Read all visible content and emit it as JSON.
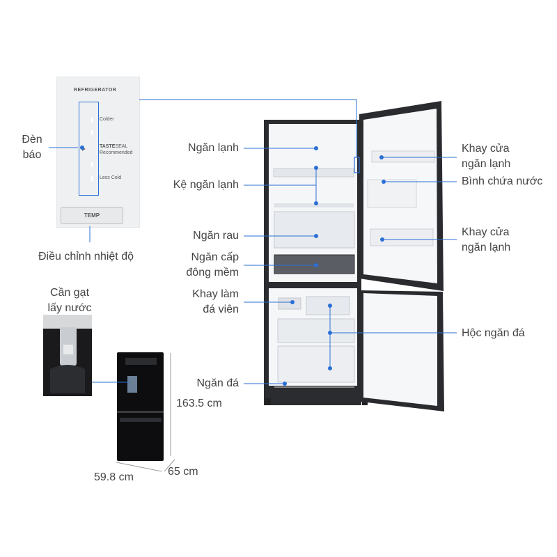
{
  "colors": {
    "line": "#2a6fd6",
    "dot": "#2a6fd6",
    "fridge_body": "#222326",
    "interior": "#f4f5f7",
    "text": "#444444"
  },
  "control_panel": {
    "title": "REFRIGERATOR",
    "colder": "Colder",
    "tasteseal_bold": "TASTE",
    "tasteseal_rest": "SEAL",
    "recommended": "Recommended",
    "less_cold": "Less Cold",
    "temp_button": "TEMP"
  },
  "labels": {
    "den_bao_1": "Đèn",
    "den_bao_2": "báo",
    "dieu_chinh": "Điều chỉnh nhiệt độ",
    "can_gat_1": "Cần gạt",
    "can_gat_2": "lấy nước",
    "ngan_lanh": "Ngăn lạnh",
    "ke_ngan_lanh": "Kệ ngăn lạnh",
    "ngan_rau": "Ngăn rau",
    "ngan_cap_1": "Ngăn cấp",
    "ngan_cap_2": "đông mềm",
    "khay_lam_1": "Khay làm",
    "khay_lam_2": "đá viên",
    "ngan_da": "Ngăn đá",
    "khay_cua_top_1": "Khay cửa",
    "khay_cua_top_2": "ngăn lạnh",
    "binh_chua_nuoc": "Bình chứa nước",
    "khay_cua_mid_1": "Khay cửa",
    "khay_cua_mid_2": "ngăn lạnh",
    "hoc_ngan_da": "Hộc ngăn đá"
  },
  "dimensions": {
    "height": "163.5 cm",
    "width": "59.8 cm",
    "depth": "65 cm"
  }
}
